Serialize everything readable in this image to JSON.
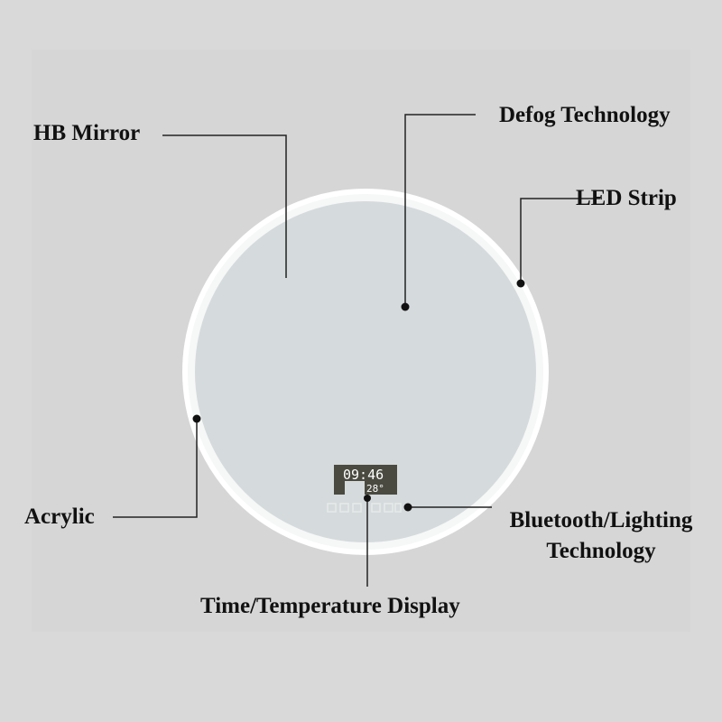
{
  "labels": {
    "hb_mirror": "HB Mirror",
    "defog": "Defog Technology",
    "led_strip": "LED Strip",
    "acrylic": "Acrylic",
    "bluetooth_line1": "Bluetooth/Lighting",
    "bluetooth_line2": "Technology",
    "display": "Time/Temperature Display"
  },
  "display": {
    "time": "09:46",
    "temperature": "28°"
  },
  "colors": {
    "background": "#d9d9d9",
    "mirror": "#d5dadc",
    "ring": "#ffffff",
    "screen": "#4a4a40"
  }
}
